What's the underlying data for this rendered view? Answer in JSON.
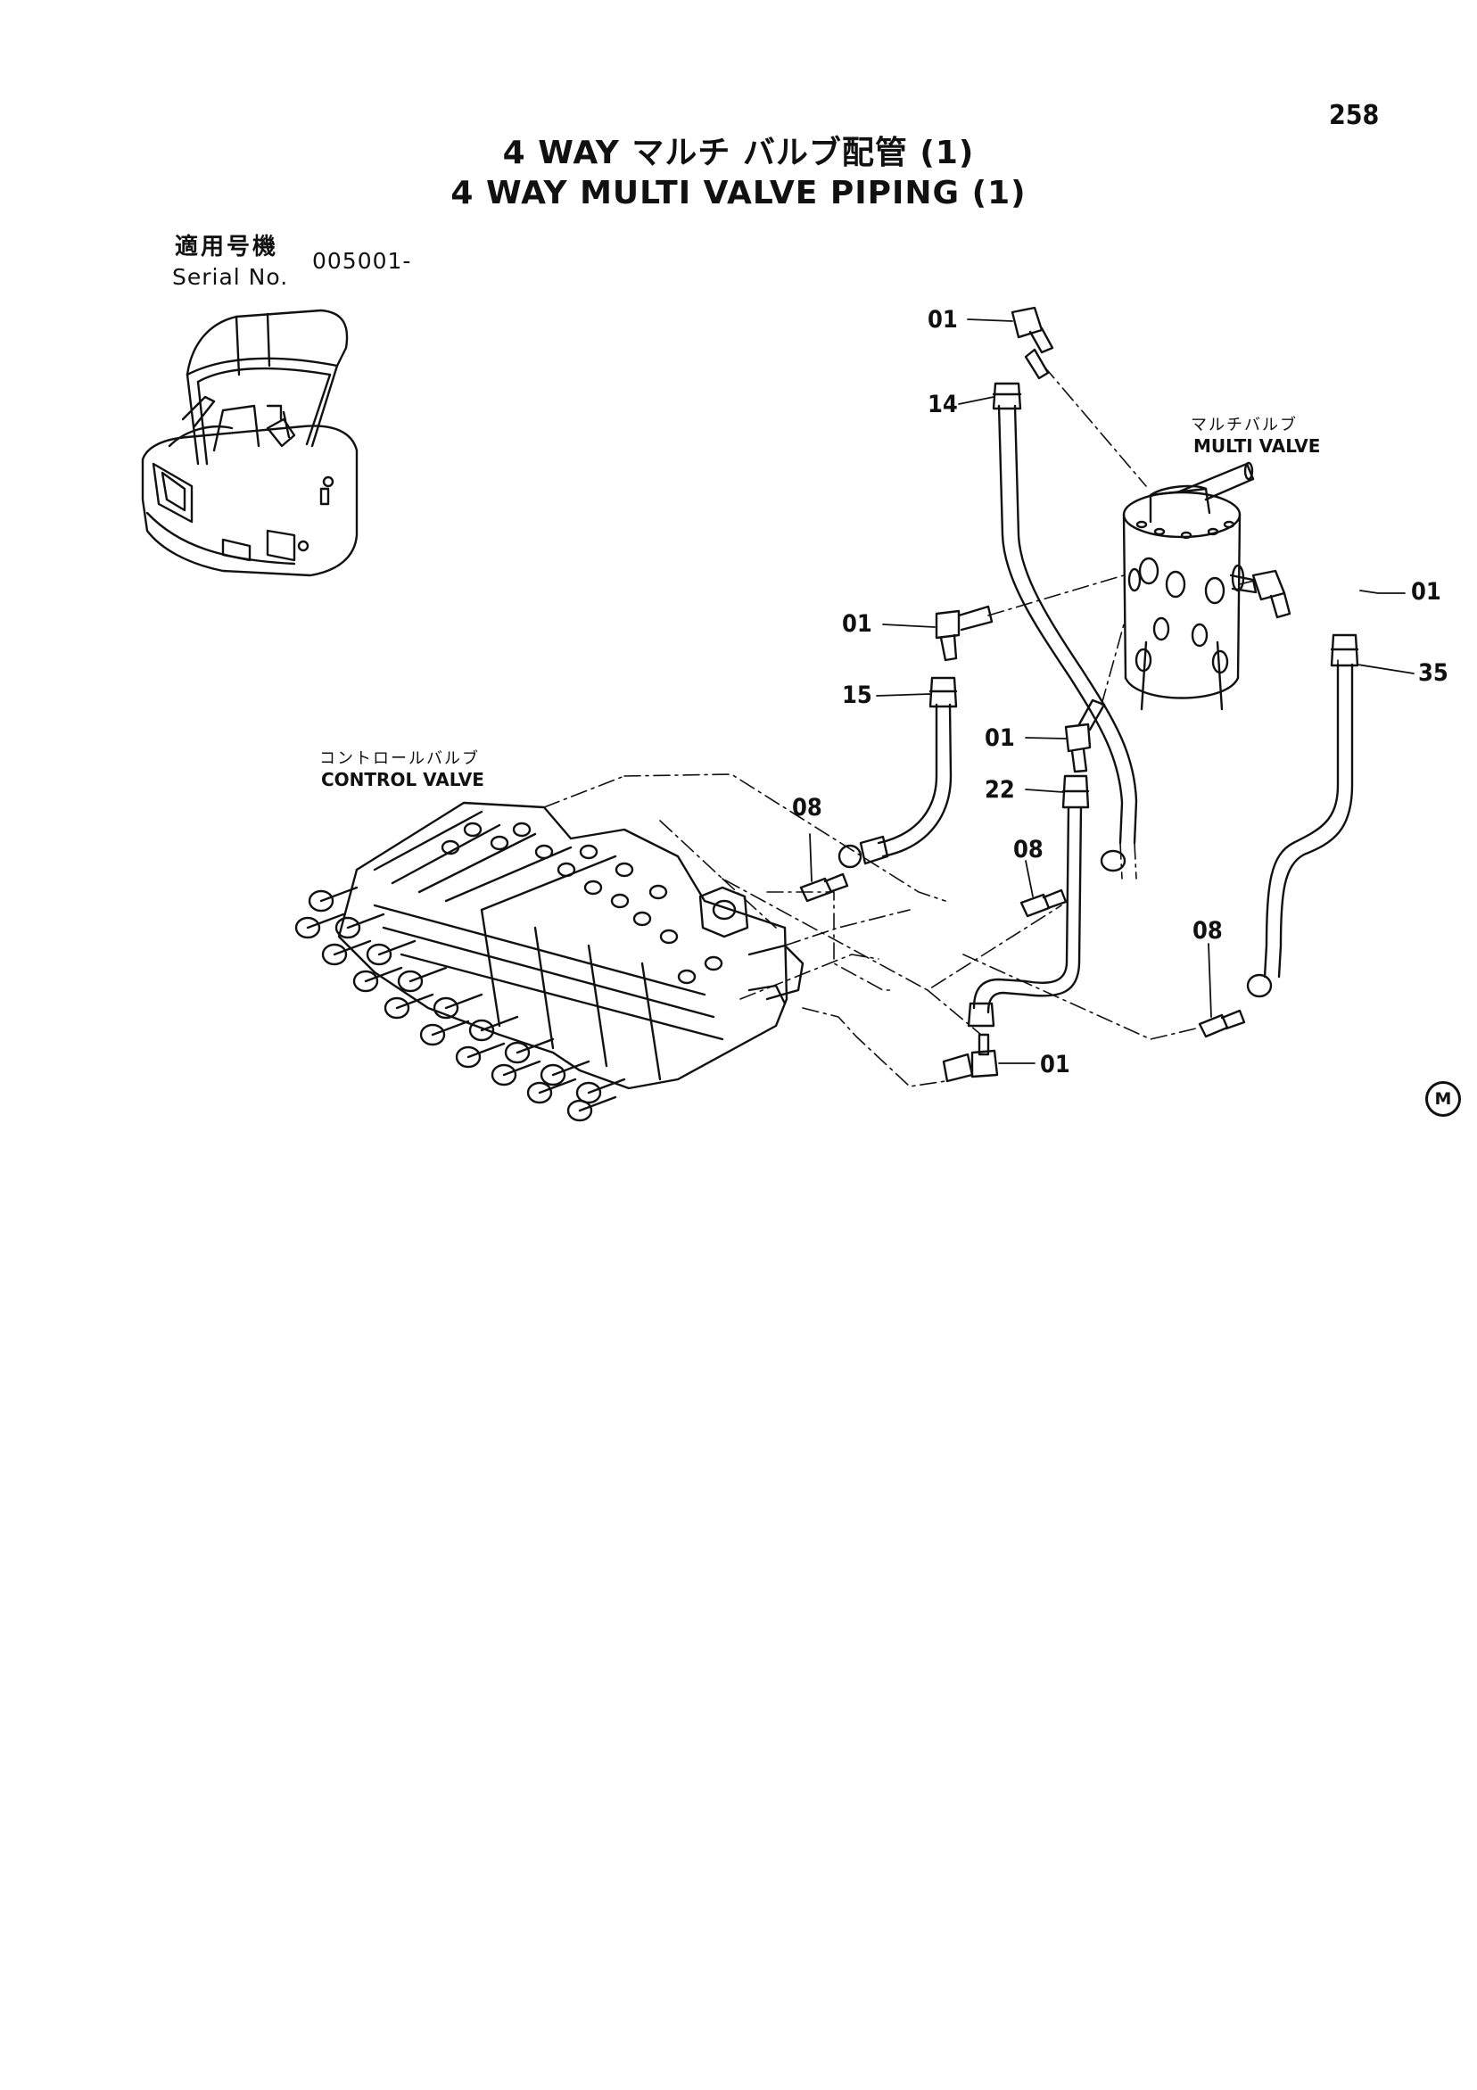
{
  "page_number": "258",
  "title_ja": "4 WAY マルチ バルブ配管 (1)",
  "title_en": "4 WAY MULTI VALVE PIPING (1)",
  "serial": {
    "label_ja": "適用号機",
    "label_en": "Serial No.",
    "value": "005001-"
  },
  "multi_valve": {
    "label_ja": "マルチバルブ",
    "label_en": "MULTI VALVE"
  },
  "control_valve": {
    "label_ja": "コントロールバルブ",
    "label_en": "CONTROL VALVE"
  },
  "callouts": {
    "c01_top": "01",
    "c14": "14",
    "c01_right": "01",
    "c35": "35",
    "c01_left": "01",
    "c15": "15",
    "c01_mid": "01",
    "c22": "22",
    "c08_a": "08",
    "c08_b": "08",
    "c08_c": "08",
    "c01_bottom": "01"
  },
  "edition_mark": "M",
  "colors": {
    "ink": "#111111",
    "paper": "#ffffff"
  }
}
